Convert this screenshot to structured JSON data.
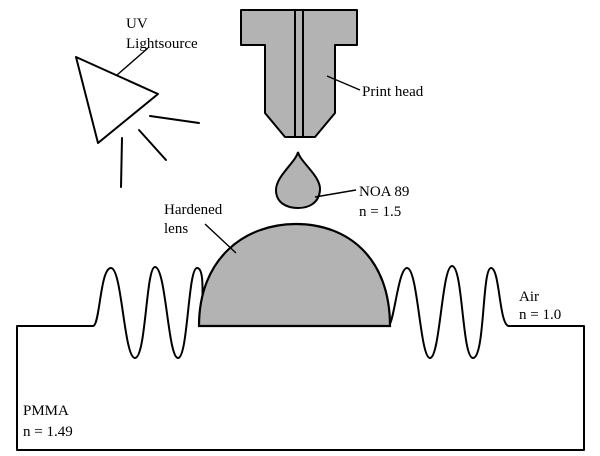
{
  "labels": {
    "uv_line1": "UV",
    "uv_line2": "Lightsource",
    "print_head": "Print head",
    "hardened_line1": "Hardened",
    "hardened_line2": "lens",
    "noa_line1": "NOA 89",
    "noa_line2": "n = 1.5",
    "air_line1": "Air",
    "air_line2": "n = 1.0",
    "pmma_line1": "PMMA",
    "pmma_line2": "n = 1.49"
  },
  "colors": {
    "material_fill": "#b3b3b3",
    "stroke": "#000000",
    "background": "#ffffff"
  }
}
